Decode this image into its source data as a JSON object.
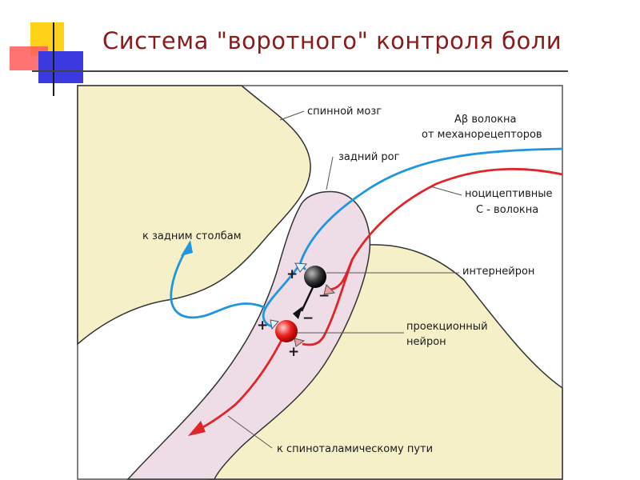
{
  "slide": {
    "title": "Система \"воротного\" контроля боли"
  },
  "diagram": {
    "labels": {
      "spinal_cord": "спинной мозг",
      "dorsal_horn": "задний рог",
      "abeta_line1": "Aβ волокна",
      "abeta_line2": "от механорецепторов",
      "c_fiber_line1": "ноцицептивные",
      "c_fiber_line2": "С - волокна",
      "dorsal_columns": "к задним столбам",
      "interneuron": "интернейрон",
      "projection_line1": "проекционный",
      "projection_line2": "нейрон",
      "spinothalamic": "к спиноталамическому пути"
    },
    "signs": {
      "plus": "+",
      "minus": "−"
    },
    "colors": {
      "cord_fill": "#f6f0c8",
      "horn_fill": "#eedde6",
      "abeta_fiber": "#2196e0",
      "c_fiber": "#e0262a",
      "synapse": "#e8a0a0",
      "title": "#8b1a1a"
    }
  }
}
